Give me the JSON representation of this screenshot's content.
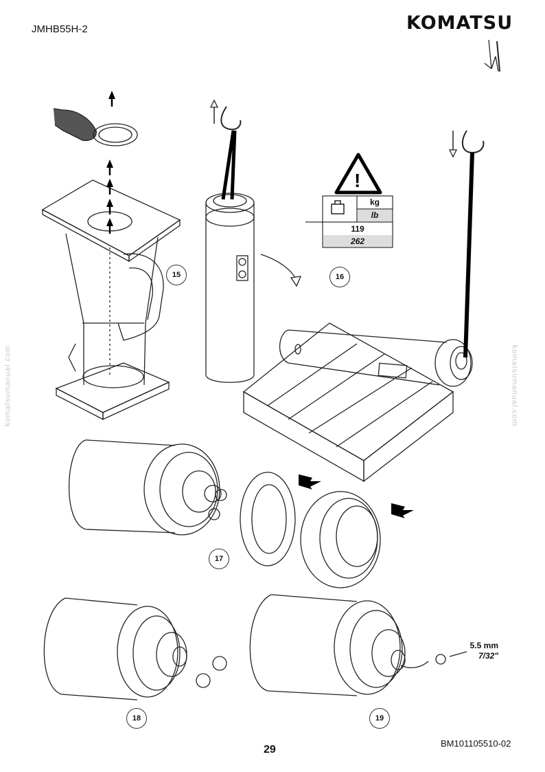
{
  "header": {
    "model_code": "JMHB55H-2",
    "brand": "KOMATSU"
  },
  "watermark": "komatsumanual.com",
  "weight_label": {
    "unit_kg": "kg",
    "unit_lb": "lb",
    "value_kg": "119",
    "value_lb": "262"
  },
  "steps": [
    "15",
    "16",
    "17",
    "18",
    "19"
  ],
  "measurement": {
    "metric": "5.5 mm",
    "imperial": "7/32\""
  },
  "footer": {
    "page_number": "29",
    "document_code": "BM101105510-02"
  }
}
